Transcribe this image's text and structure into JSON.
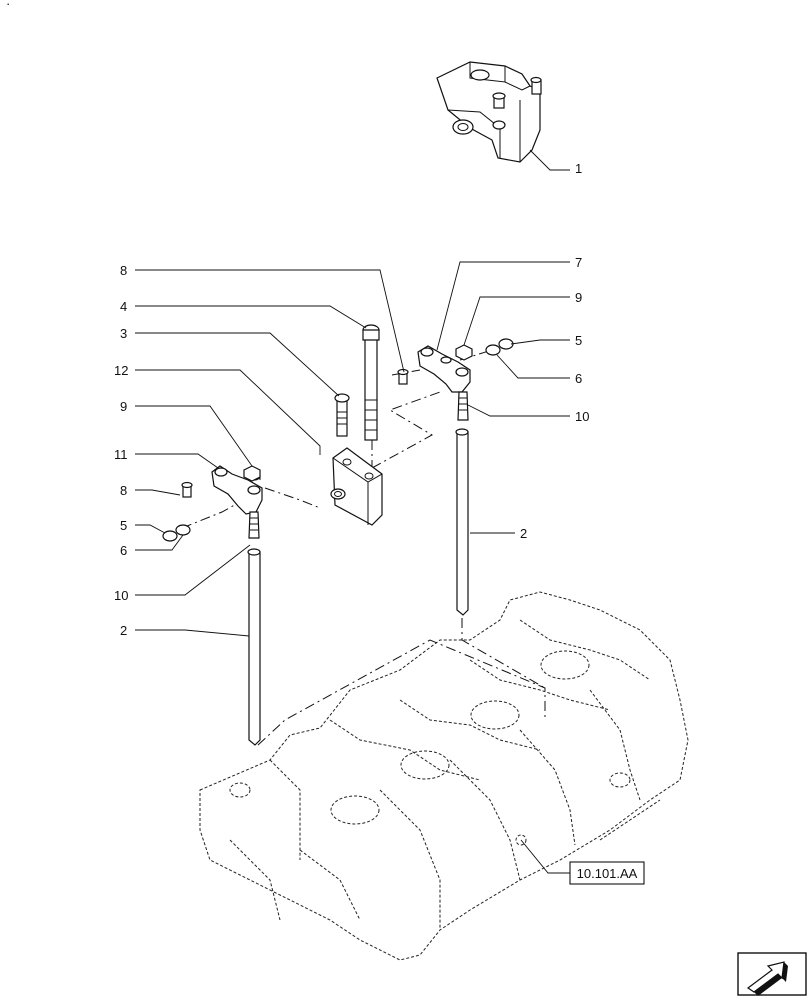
{
  "callouts": [
    {
      "id": "c1",
      "text": "1"
    },
    {
      "id": "c8a",
      "text": "8"
    },
    {
      "id": "c4",
      "text": "4"
    },
    {
      "id": "c3",
      "text": "3"
    },
    {
      "id": "c12",
      "text": "12"
    },
    {
      "id": "c9a",
      "text": "9"
    },
    {
      "id": "c11",
      "text": "11"
    },
    {
      "id": "c8b",
      "text": "8"
    },
    {
      "id": "c5a",
      "text": "5"
    },
    {
      "id": "c6a",
      "text": "6"
    },
    {
      "id": "c10a",
      "text": "10"
    },
    {
      "id": "c2a",
      "text": "2"
    },
    {
      "id": "c7",
      "text": "7"
    },
    {
      "id": "c9b",
      "text": "9"
    },
    {
      "id": "c5b",
      "text": "5"
    },
    {
      "id": "c6b",
      "text": "6"
    },
    {
      "id": "c10b",
      "text": "10"
    },
    {
      "id": "c2b",
      "text": "2"
    }
  ],
  "reference_box": {
    "text": "10.101.AA"
  },
  "corner_mark": {
    "text": "·"
  },
  "nav_icon": {
    "name": "next-page-arrow-icon"
  }
}
